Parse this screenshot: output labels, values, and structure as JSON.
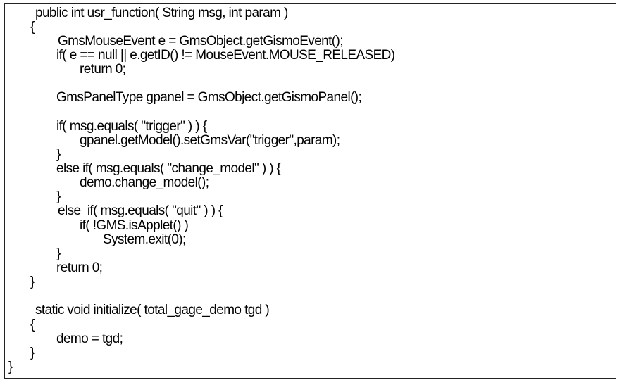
{
  "code_lines": [
    "public int usr_function( String msg, int param )",
    "{",
    "GmsMouseEvent e = GmsObject.getGismoEvent();",
    "if( e == null || e.getID() != MouseEvent.MOUSE_RELEASED)",
    "return 0;",
    "GmsPanelType gpanel = GmsObject.getGismoPanel();",
    "if( msg.equals( \"trigger\" ) ) {",
    "gpanel.getModel().setGmsVar(\"trigger\",param);",
    "}",
    "else if( msg.equals( \"change_model\" ) ) {",
    "demo.change_model();",
    "}",
    "else  if( msg.equals( \"quit\" ) ) {",
    "if( !GMS.isApplet() )",
    "System.exit(0);",
    "}",
    "return 0;",
    "}",
    "static void initialize( total_gage_demo tgd )",
    "{",
    "demo = tgd;",
    "}",
    "}"
  ]
}
